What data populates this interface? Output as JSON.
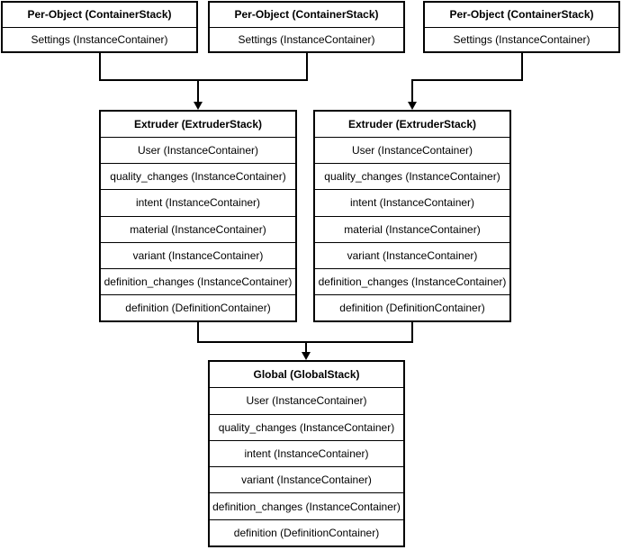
{
  "colors": {
    "line": "#000000",
    "fill": "#ffffff",
    "text": "#000000"
  },
  "stacks": {
    "per_object": [
      {
        "title": "Per-Object (ContainerStack)",
        "rows": [
          "Settings (InstanceContainer)"
        ]
      },
      {
        "title": "Per-Object (ContainerStack)",
        "rows": [
          "Settings (InstanceContainer)"
        ]
      },
      {
        "title": "Per-Object (ContainerStack)",
        "rows": [
          "Settings (InstanceContainer)"
        ]
      }
    ],
    "extruders": [
      {
        "title": "Extruder (ExtruderStack)",
        "rows": [
          "User (InstanceContainer)",
          "quality_changes (InstanceContainer)",
          "intent (InstanceContainer)",
          "material (InstanceContainer)",
          "variant (InstanceContainer)",
          "definition_changes (InstanceContainer)",
          "definition (DefinitionContainer)"
        ]
      },
      {
        "title": "Extruder (ExtruderStack)",
        "rows": [
          "User (InstanceContainer)",
          "quality_changes (InstanceContainer)",
          "intent (InstanceContainer)",
          "material (InstanceContainer)",
          "variant (InstanceContainer)",
          "definition_changes (InstanceContainer)",
          "definition (DefinitionContainer)"
        ]
      }
    ],
    "global": {
      "title": "Global (GlobalStack)",
      "rows": [
        "User (InstanceContainer)",
        "quality_changes (InstanceContainer)",
        "intent (InstanceContainer)",
        "variant (InstanceContainer)",
        "definition_changes (InstanceContainer)",
        "definition (DefinitionContainer)"
      ]
    }
  }
}
